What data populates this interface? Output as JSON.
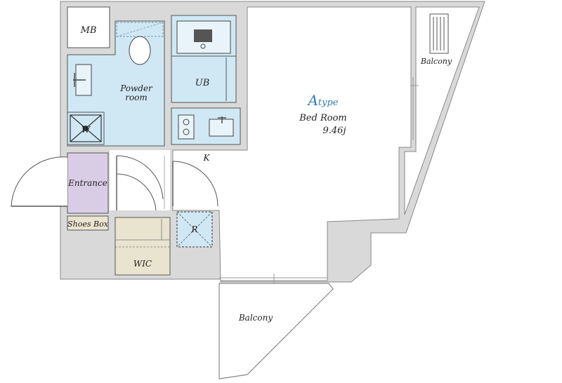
{
  "plan": {
    "type_prefix": "A",
    "type_suffix": "type",
    "rooms": {
      "mb": "MB",
      "powder_line1": "Powder",
      "powder_line2": "room",
      "ub": "UB",
      "bedroom": "Bed Room",
      "bedroom_size": "9.46j",
      "kitchen": "K",
      "washer": "W",
      "entrance": "Entrance",
      "shoes_box": "Shoes Box",
      "refrigerator": "R",
      "wic": "WIC",
      "balcony_right": "Balcony",
      "balcony_bottom": "Balcony"
    }
  },
  "colors": {
    "wall": "#d9d9d9",
    "wet_area": "#cfe8f4",
    "entrance": "#d9cde6",
    "storage": "#e9e4cf",
    "accent": "#2f7fb3"
  }
}
